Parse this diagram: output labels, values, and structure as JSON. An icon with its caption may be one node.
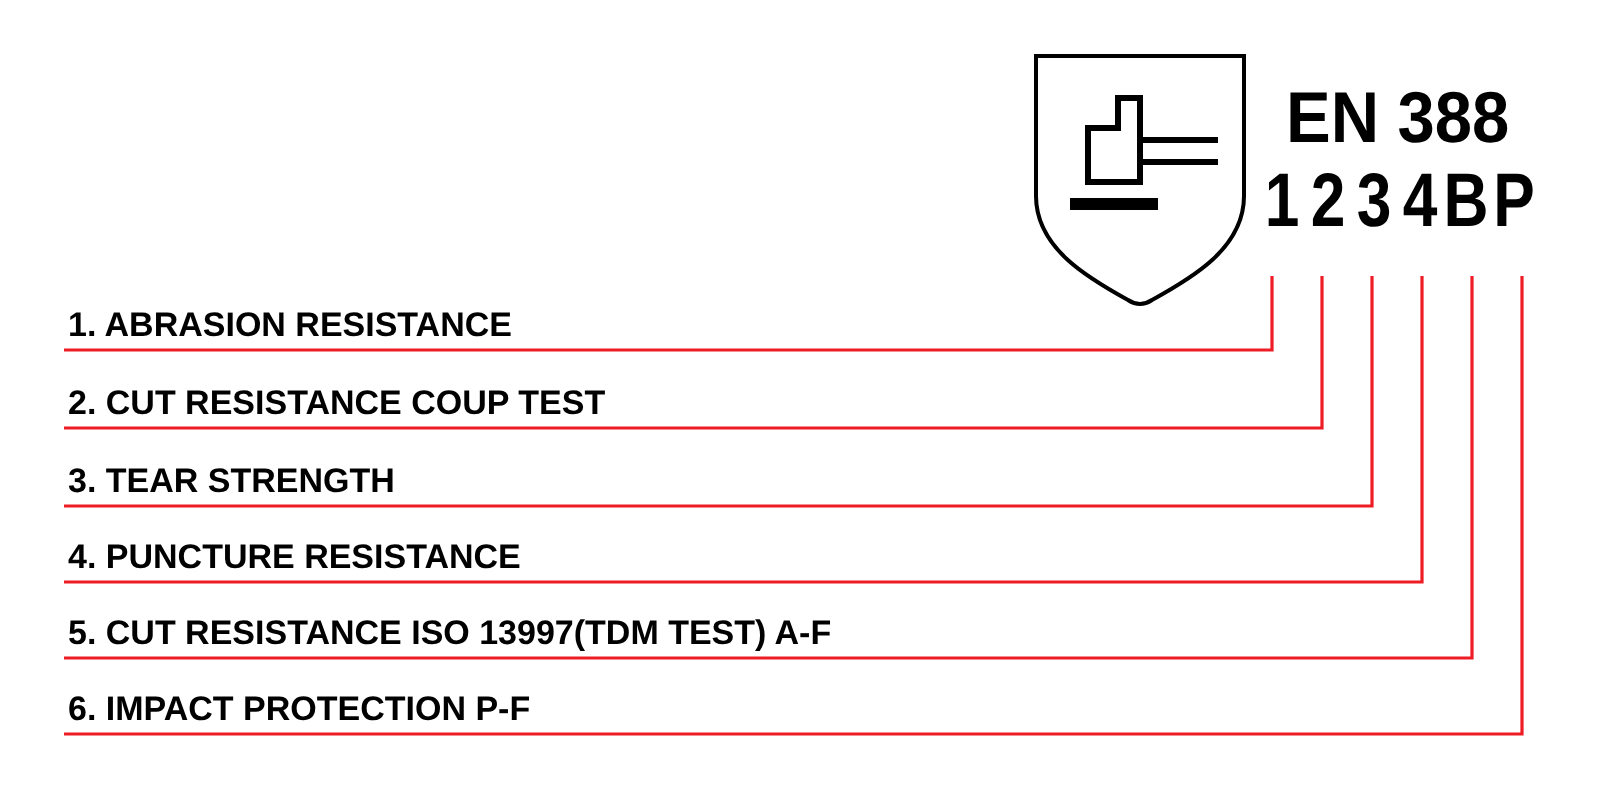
{
  "diagram": {
    "nodes": [
      {
        "text": [
          "1"
        ]
      },
      {
        "text": [
          "2"
        ]
      },
      {
        "text": [
          "3"
        ]
      },
      {
        "text": [
          "4"
        ]
      },
      {
        "text": [
          "B"
        ]
      },
      {
        "text": [
          "P"
        ]
      },
      {
        "text": [
          "1. ABRASION RESISTANCE"
        ]
      },
      {
        "text": [
          "2. CUT RESISTANCE COUP TEST"
        ]
      },
      {
        "text": [
          "3. TEAR STRENGTH"
        ]
      },
      {
        "text": [
          "4. PUNCTURE RESISTANCE"
        ]
      },
      {
        "text": [
          "5. CUT RESISTANCE ISO 13997(TDM TEST) A-F"
        ]
      },
      {
        "text": [
          "6. IMPACT PROTECTION P-F"
        ]
      }
    ],
    "edges": [
      {
        "from": 6,
        "to": 0,
        "arrow": "none"
      },
      {
        "from": 7,
        "to": 1,
        "arrow": "none"
      },
      {
        "from": 8,
        "to": 2,
        "arrow": "none"
      },
      {
        "from": 9,
        "to": 3,
        "arrow": "none"
      },
      {
        "from": 10,
        "to": 4,
        "arrow": "none"
      },
      {
        "from": 11,
        "to": 5,
        "arrow": "none"
      }
    ],
    "labels": [
      "EN 388"
    ]
  }
}
